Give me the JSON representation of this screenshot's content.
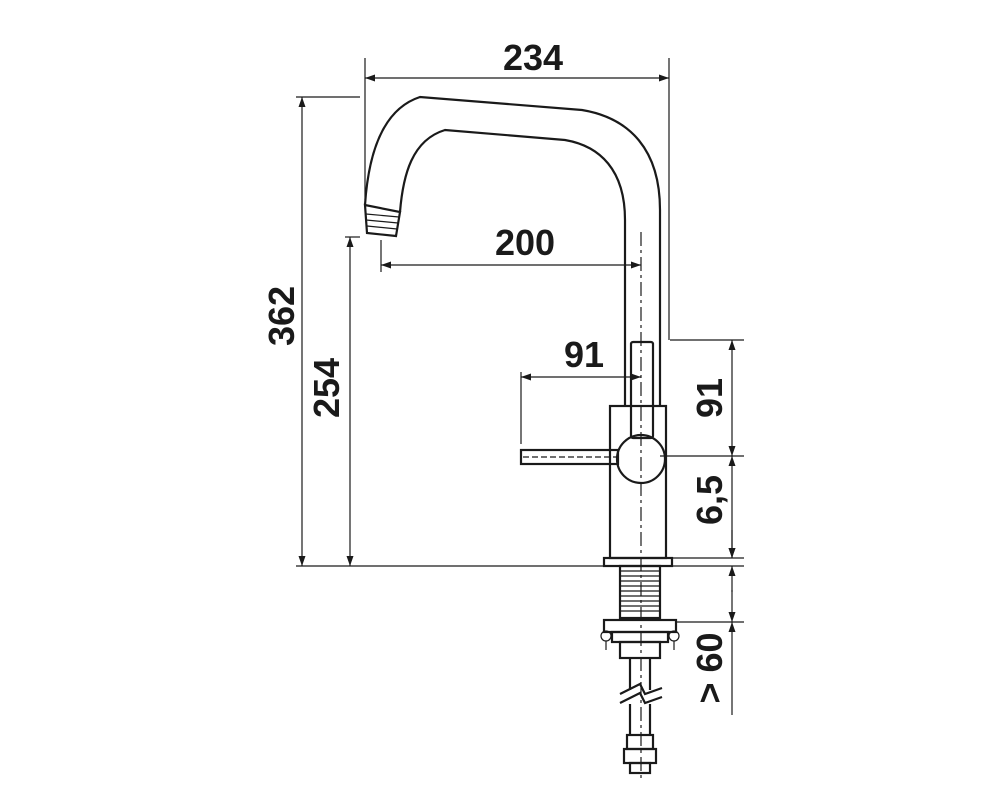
{
  "dimensions": {
    "total_width": "234",
    "reach": "200",
    "handle_reach": "91",
    "total_height": "362",
    "spout_height": "254",
    "lever_height": "91",
    "base_height": "6,5",
    "min_mount_depth": "> 60"
  }
}
